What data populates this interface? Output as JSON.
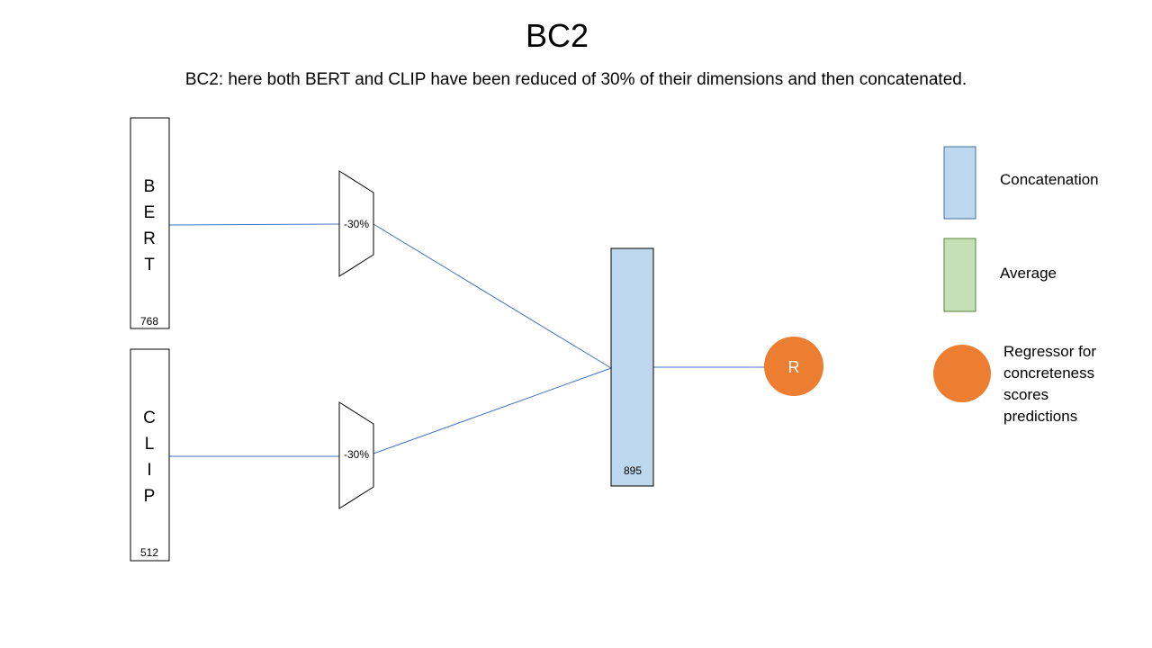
{
  "title": "BC2",
  "subtitle": "BC2: here both BERT and CLIP have been reduced of 30% of their dimensions and then concatenated.",
  "inputs": [
    {
      "letters": [
        "B",
        "E",
        "R",
        "T"
      ],
      "dim": "768"
    },
    {
      "letters": [
        "C",
        "L",
        "I",
        "P"
      ],
      "dim": "512"
    }
  ],
  "reducers": [
    {
      "label": "-30%"
    },
    {
      "label": "-30%"
    }
  ],
  "concat": {
    "dim": "895"
  },
  "regressor": {
    "label": "R"
  },
  "legend": {
    "concatenation": "Concatenation",
    "average": "Average",
    "regressor_lines": [
      "Regressor for",
      "concreteness",
      "scores",
      "predictions"
    ]
  },
  "colors": {
    "line": "#4472C4",
    "concat_fill": "#BDD7EE",
    "concat_stroke": "#41719C",
    "average_fill": "#C5E0B4",
    "average_stroke": "#548235",
    "regressor_fill": "#ED7D31"
  }
}
